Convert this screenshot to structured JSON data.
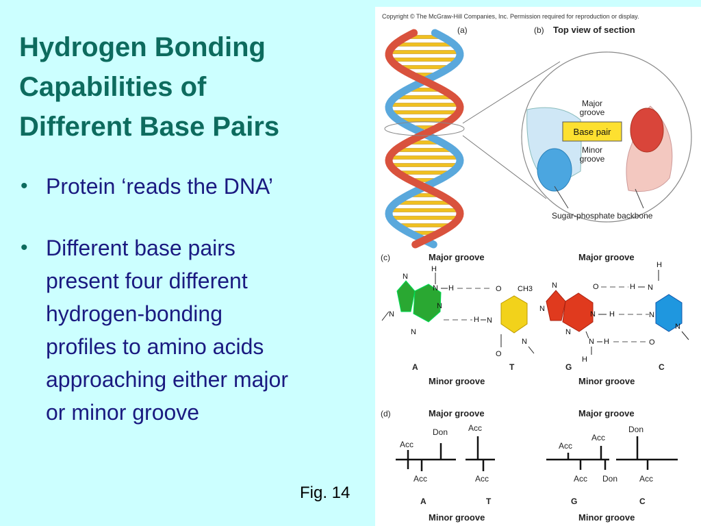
{
  "slide": {
    "title_lines": [
      "Hydrogen Bonding",
      "Capabilities of",
      "Different Base Pairs"
    ],
    "bullets": [
      {
        "lines": [
          "Protein ‘reads the DNA’"
        ]
      },
      {
        "lines": [
          "Different base pairs",
          "present four different",
          "hydrogen-bonding",
          "profiles to amino acids",
          "approaching either major",
          "or minor groove"
        ]
      }
    ],
    "caption": "Fig. 14"
  },
  "figure": {
    "copyright": "Copyright © The McGraw-Hill Companies, Inc. Permission required for reproduction or display.",
    "panel_a": "(a)",
    "panel_b": "(b)",
    "panel_b_title": "Top view of section",
    "major_groove_top": "Major",
    "major_groove_bottom": "groove",
    "base_pair": "Base pair",
    "minor_groove_top": "Minor",
    "minor_groove_bottom": "groove",
    "backbone": "Sugar-phosphate backbone",
    "panel_c": "(c)",
    "panel_d": "(d)",
    "major_groove": "Major groove",
    "minor_groove": "Minor groove",
    "base_A": "A",
    "base_T": "T",
    "base_G": "G",
    "base_C": "C",
    "atom_N": "N",
    "atom_H": "H",
    "atom_O": "O",
    "ch3": "CH3",
    "acc": "Acc",
    "don": "Don"
  },
  "colors": {
    "background": "#ccffff",
    "title": "#0d6b5e",
    "text": "#1a1a80",
    "adenine": "#2aa832",
    "thymine": "#f2d21b",
    "guanine": "#e03a1e",
    "cytosine": "#1f97df",
    "strand_blue": "#5aa8dc",
    "strand_red": "#d9523d",
    "rung": "#f0c020"
  }
}
